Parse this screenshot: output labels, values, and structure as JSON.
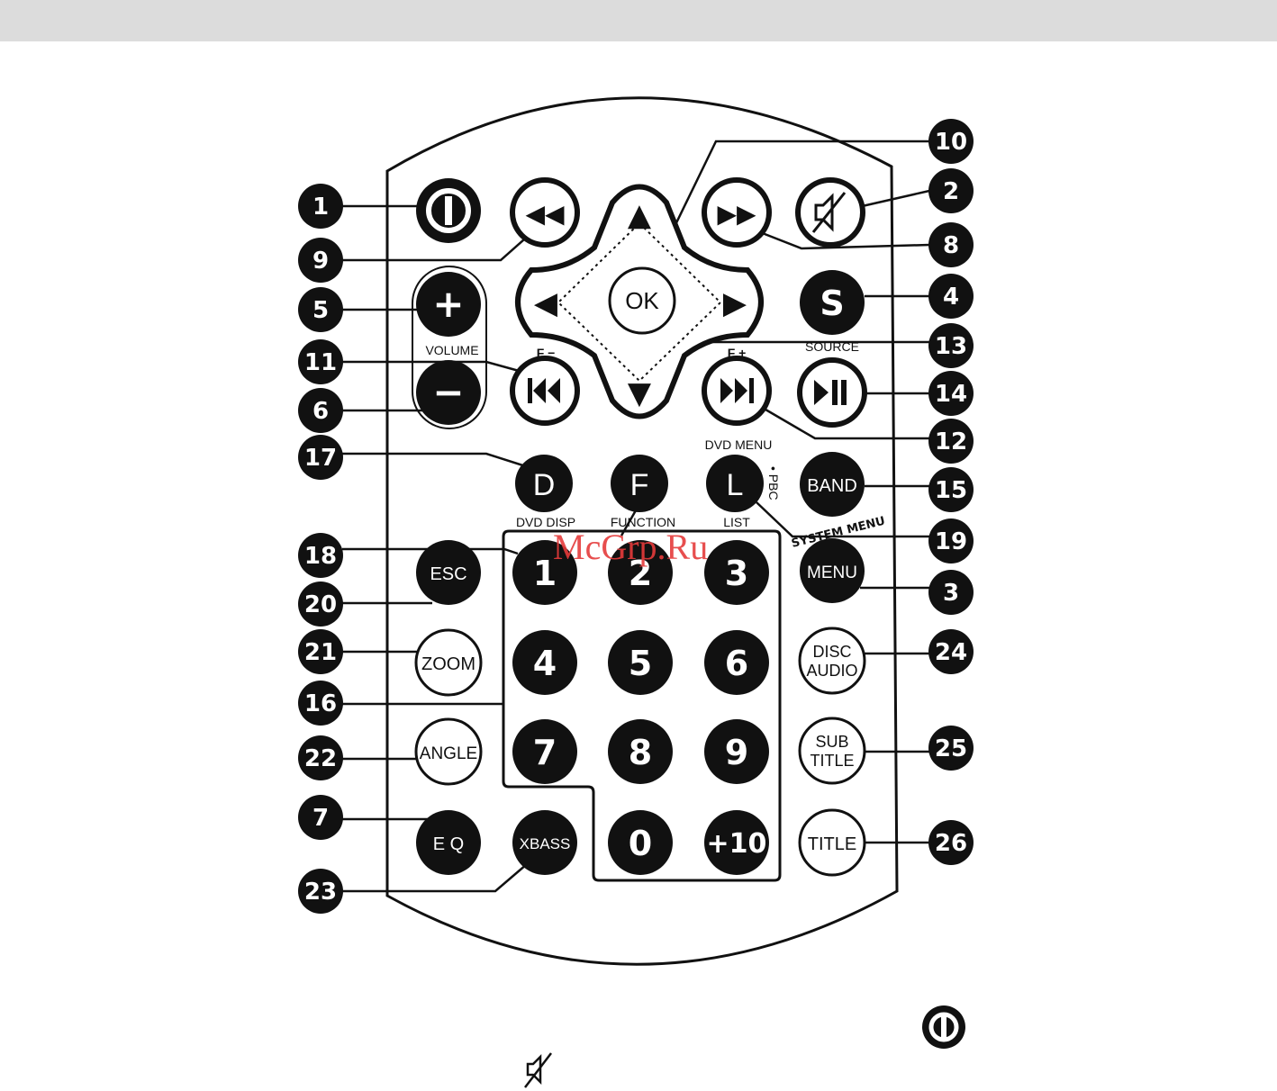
{
  "watermark": "McGrp.Ru",
  "buttons": {
    "rewind": "◀◀",
    "up": "▲",
    "forward": "▶▶",
    "mute": "mute-icon",
    "left": "◀",
    "ok": "OK",
    "right": "▶",
    "source": "S",
    "down": "▼",
    "prev": "prev",
    "next": "next",
    "play_pause": "play-pause",
    "vol_plus": "+",
    "vol_minus": "−",
    "d": "D",
    "f": "F",
    "l": "L",
    "band": "BAND",
    "esc": "ESC",
    "menu": "MENU",
    "zoom": "ZOOM",
    "disc_audio_1": "DISC",
    "disc_audio_2": "AUDIO",
    "angle": "ANGLE",
    "sub_title_1": "SUB",
    "sub_title_2": "TITLE",
    "eq": "E Q",
    "xbass": "XBASS",
    "title": "TITLE",
    "n1": "1",
    "n2": "2",
    "n3": "3",
    "n4": "4",
    "n5": "5",
    "n6": "6",
    "n7": "7",
    "n8": "8",
    "n9": "9",
    "n0": "0",
    "n10": "+10"
  },
  "labels": {
    "volume": "VOLUME",
    "f_minus": "F −",
    "f_plus": "F +",
    "source": "SOURCE",
    "dvd_menu": "DVD  MENU",
    "pbc": "• PBC",
    "dvd_disp": "DVD DISP",
    "function": "FUNCTION",
    "list": "LIST",
    "system_menu": "SYSTEM MENU"
  },
  "callouts": {
    "c1": "1",
    "c2": "2",
    "c3": "3",
    "c4": "4",
    "c5": "5",
    "c6": "6",
    "c7": "7",
    "c8": "8",
    "c9": "9",
    "c10": "10",
    "c11": "11",
    "c12": "12",
    "c13": "13",
    "c14": "14",
    "c15": "15",
    "c16": "16",
    "c17": "17",
    "c18": "18",
    "c19": "19",
    "c20": "20",
    "c21": "21",
    "c22": "22",
    "c23": "23",
    "c24": "24",
    "c25": "25",
    "c26": "26"
  }
}
